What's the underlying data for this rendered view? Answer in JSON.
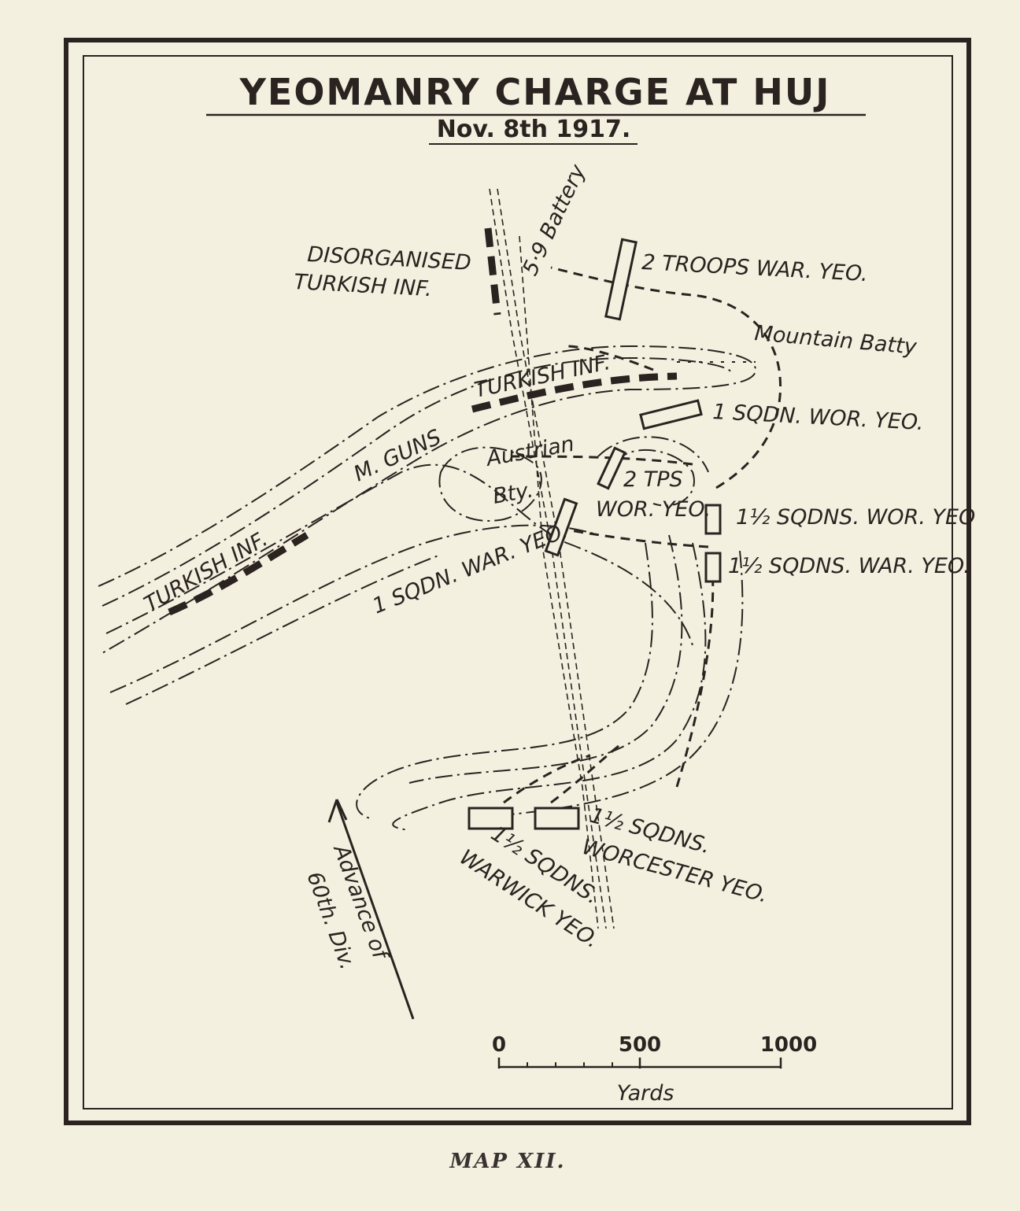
{
  "map": {
    "title": "YEOMANRY CHARGE AT HUJ",
    "subtitle": "Nov. 8th 1917.",
    "caption": "MAP XII.",
    "labels": {
      "disorganised": "DISORGANISED",
      "turkish_inf_top": "TURKISH INF.",
      "battery_59": "5·9 Battery",
      "two_troops_war": "2 TROOPS WAR. YEO.",
      "mountain_batty": "Mountain Batty",
      "turkish_inf_center": "TURKISH INF.",
      "one_sqdn_wor": "1 SQDN. WOR. YEO.",
      "m_guns": "M. GUNS",
      "austrian": "Austrian",
      "bty": "Bty.",
      "two_tps": "2 TPS",
      "wor_yeo": "WOR. YEO.",
      "one_half_sqdns_wor": "1½ SQDNS. WOR. YEO",
      "one_half_sqdns_war": "1½ SQDNS. WAR. YEO.",
      "one_sqdn_war": "1 SQDN. WAR. YEO.",
      "turkish_inf_left": "TURKISH INF.",
      "warwick_sqdns": "1½ SQDNS.",
      "warwick_yeo": "WARWICK YEO.",
      "worcester_sqdns": "1½ SQDNS.",
      "worcester_yeo": "WORCESTER YEO.",
      "advance_of": "Advance of",
      "div_60": "60th. Div."
    },
    "scale": {
      "ticks": [
        "0",
        "500",
        "1000"
      ],
      "unit": "Yards"
    }
  }
}
